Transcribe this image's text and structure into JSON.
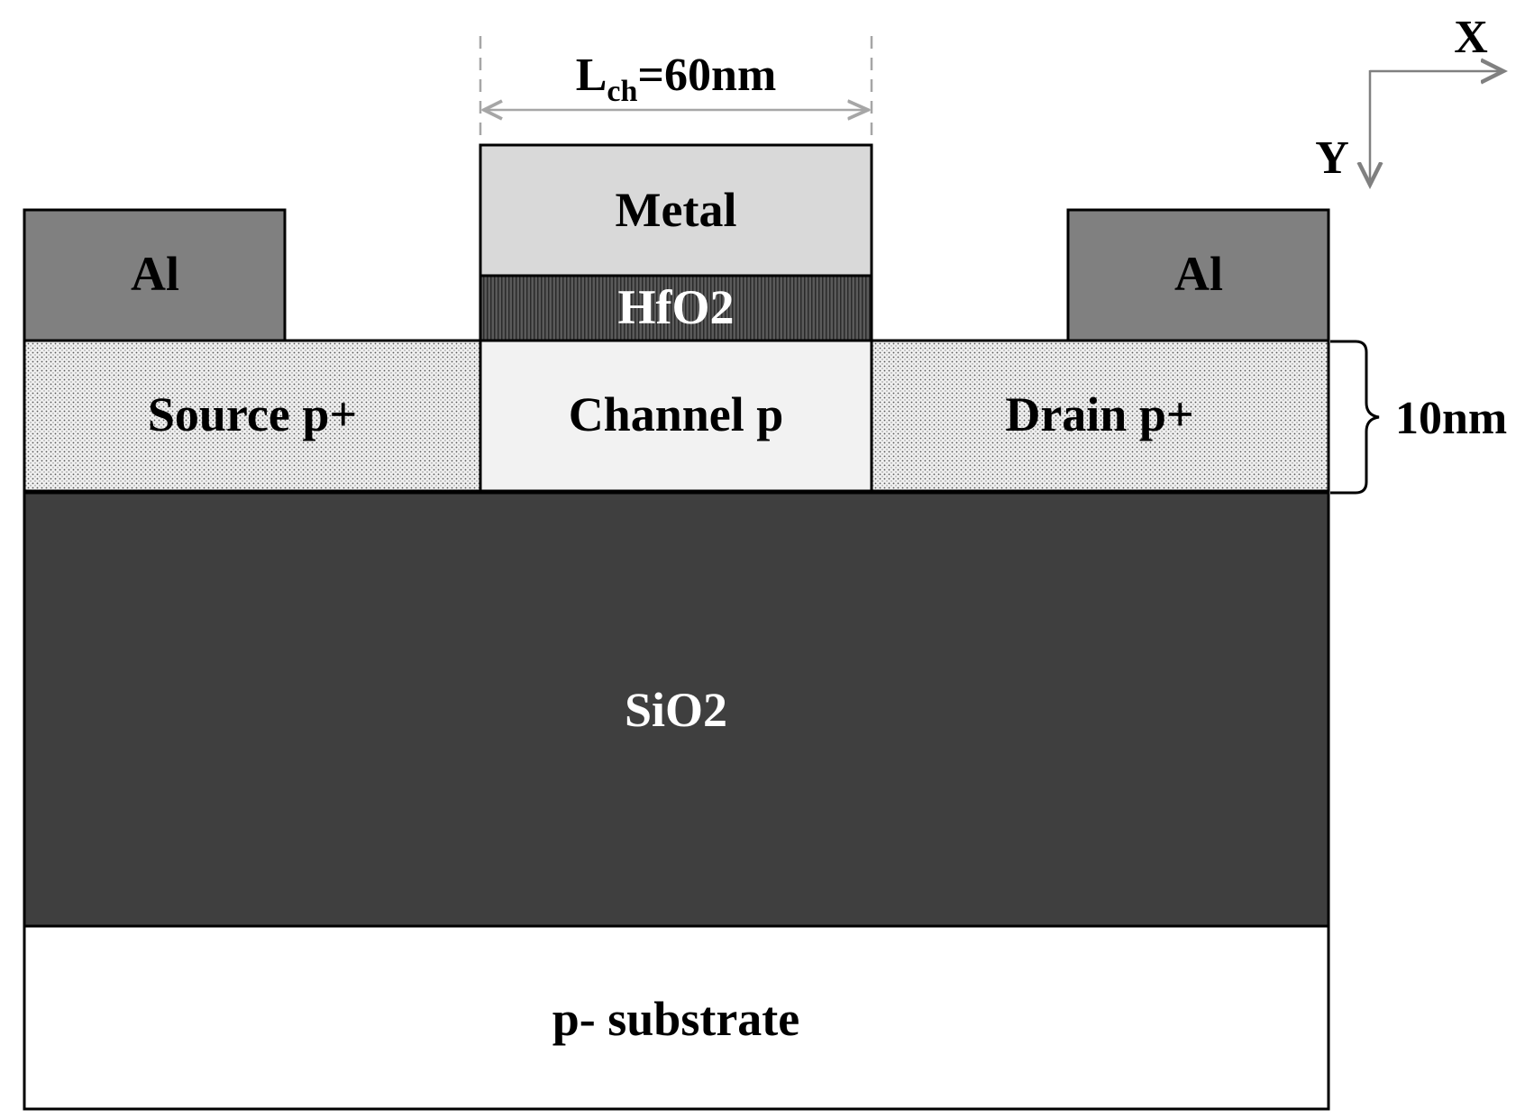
{
  "dimension": {
    "lch_main": "L",
    "lch_sub": "ch",
    "lch_value": "=60nm",
    "thickness": "10nm"
  },
  "axes": {
    "x": "X",
    "y": "Y"
  },
  "regions": {
    "metal": "Metal",
    "hfo2": "HfO2",
    "al_left": "Al",
    "al_right": "Al",
    "source": "Source p+",
    "channel": "Channel p",
    "drain": "Drain p+",
    "sio2": "SiO2",
    "substrate": "p- substrate"
  },
  "colors": {
    "metal": "#d9d9d9",
    "hfo2": "#404040",
    "al": "#808080",
    "source_drain": "#f0f0f0",
    "channel": "#f2f2f2",
    "sio2": "#3f3f3f",
    "substrate": "#ffffff",
    "outline": "#000000",
    "dimension_line": "#a6a6a6"
  }
}
